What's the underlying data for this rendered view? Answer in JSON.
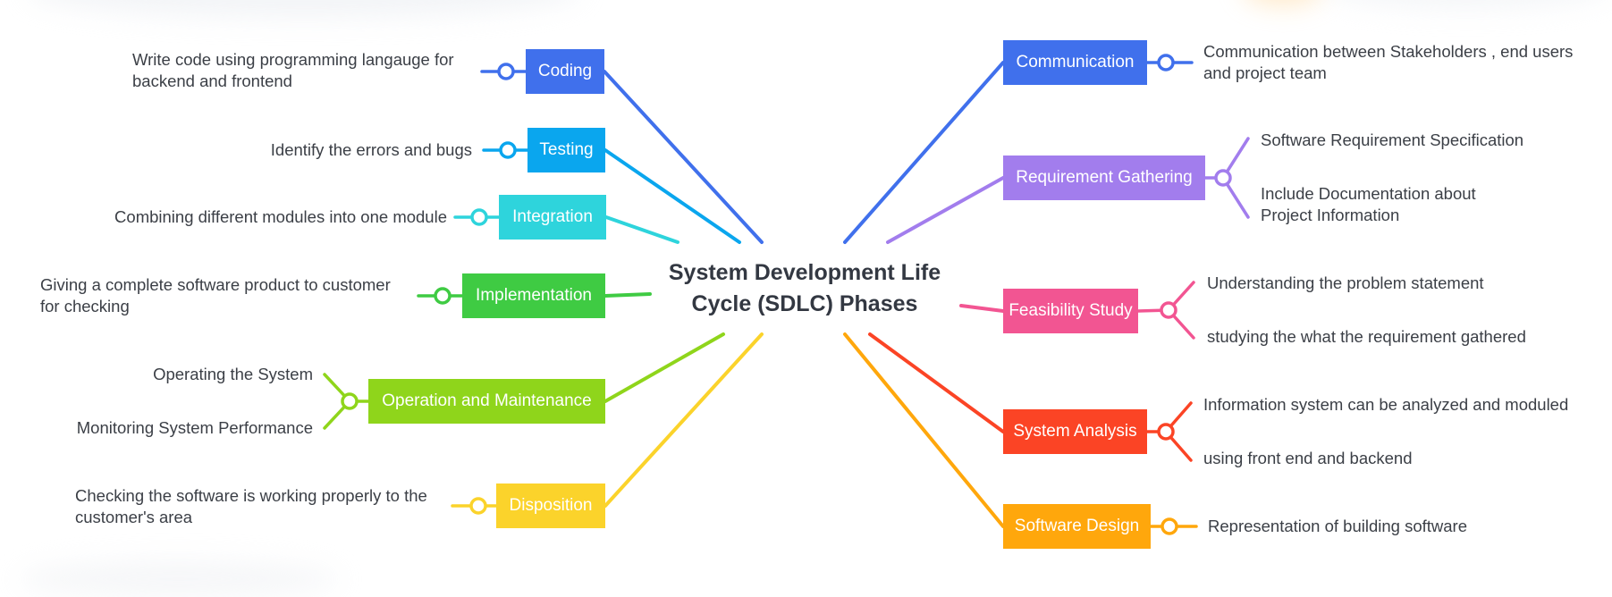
{
  "diagram": {
    "central_topic": "System Development Life\nCycle (SDLC) Phases",
    "left_branches": [
      {
        "label": "Coding",
        "color": "#4070ec",
        "details": [
          "Write code using programming langauge for\nbackend and frontend"
        ]
      },
      {
        "label": "Testing",
        "color": "#0aa6ee",
        "details": [
          "Identify the errors and bugs"
        ]
      },
      {
        "label": "Integration",
        "color": "#2ed4dc",
        "details": [
          "Combining different modules into one module"
        ]
      },
      {
        "label": "Implementation",
        "color": "#3fcb43",
        "details": [
          "Giving a complete software product to customer\nfor checking"
        ]
      },
      {
        "label": "Operation and Maintenance",
        "color": "#8fd51b",
        "details": [
          "Operating the System",
          "Monitoring System Performance"
        ]
      },
      {
        "label": "Disposition",
        "color": "#fbd32b",
        "details": [
          "Checking the software is working properly to the\ncustomer's area"
        ]
      }
    ],
    "right_branches": [
      {
        "label": "Communication",
        "color": "#4070ec",
        "details": [
          "Communication between Stakeholders , end users\nand project team"
        ]
      },
      {
        "label": "Requirement Gathering",
        "color": "#a27ded",
        "details": [
          "Software Requirement Specification",
          "Include Documentation about\nProject Information"
        ]
      },
      {
        "label": "Feasibility Study",
        "color": "#f25592",
        "details": [
          "Understanding the problem statement",
          "studying the what the requirement gathered"
        ]
      },
      {
        "label": "System Analysis",
        "color": "#fb4425",
        "details": [
          "Information system can be analyzed and moduled",
          "using front end and backend"
        ]
      },
      {
        "label": "Software Design",
        "color": "#ffa70c",
        "details": [
          "Representation of building software"
        ]
      }
    ]
  }
}
